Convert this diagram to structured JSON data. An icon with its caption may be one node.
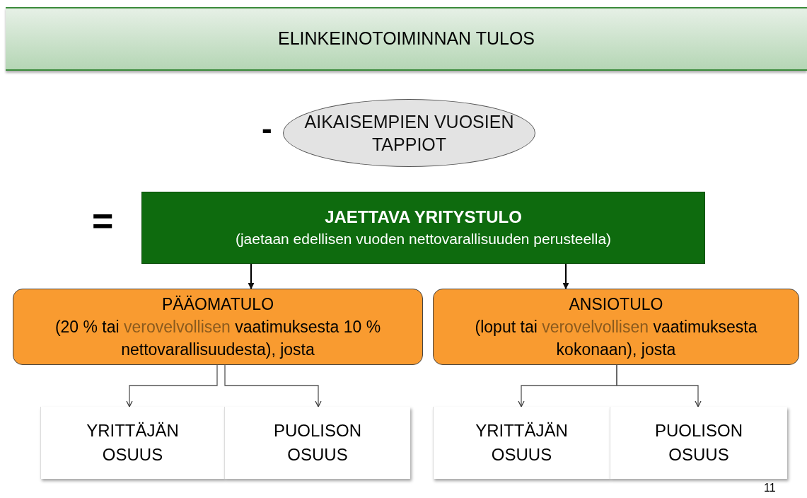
{
  "diagram": {
    "title": "ELINKEINOTOIMINNAN TULOS",
    "nodes": [
      {
        "text": [
          "AIKAISEMPIEN VUOSIEN TAPPIOT"
        ]
      },
      {
        "text": [
          "JAETTAVA YRITYSTULO",
          "(jaetaan edellisen vuoden nettovarallisuuden perusteella)"
        ]
      },
      {
        "text": [
          "PÄÄOMATULO",
          "(20 % tai *verovelvollisen* vaatimuksesta 10 % nettovarallisuudesta), josta"
        ]
      },
      {
        "text": [
          "ANSIOTULO",
          "(loput tai *verovelvollisen* vaatimuksesta kokonaan), josta"
        ]
      },
      {
        "text": [
          "YRITTÄJÄN OSUUS"
        ]
      },
      {
        "text": [
          "PUOLISON OSUUS"
        ]
      },
      {
        "text": [
          "YRITTÄJÄN OSUUS"
        ]
      },
      {
        "text": [
          "PUOLISON OSUUS"
        ]
      }
    ],
    "edges": [
      {
        "from": 1,
        "to": 2,
        "arrow": "to",
        "color": "#000000"
      },
      {
        "from": 1,
        "to": 3,
        "arrow": "to",
        "color": "#000000"
      },
      {
        "from": 2,
        "to": 4,
        "arrow": "to"
      },
      {
        "from": 2,
        "to": 5,
        "arrow": "to"
      },
      {
        "from": 3,
        "to": 6,
        "arrow": "to"
      },
      {
        "from": 3,
        "to": 7,
        "arrow": "to"
      }
    ],
    "labels": [
      "-",
      "=",
      "11"
    ]
  }
}
